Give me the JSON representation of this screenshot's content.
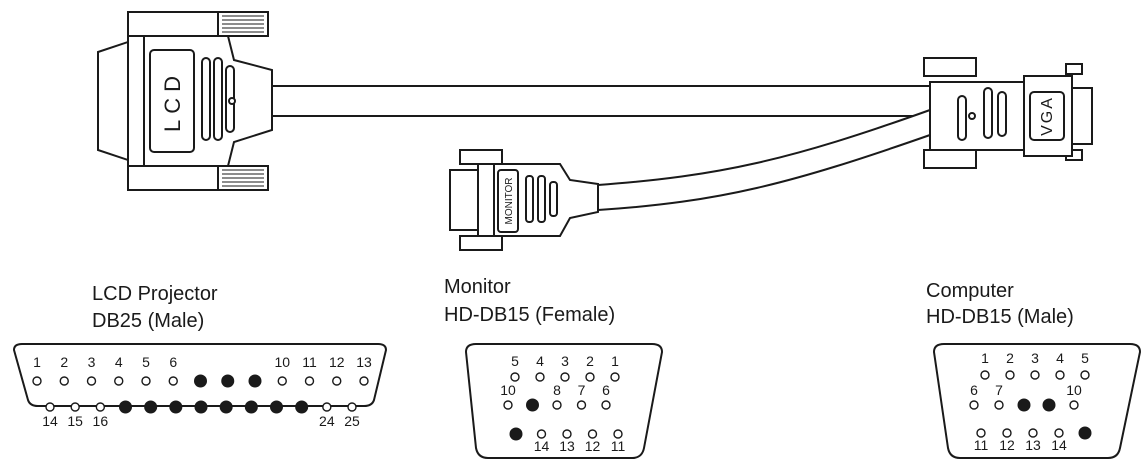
{
  "cable": {
    "lcd_plug_label": "LCD",
    "vga_plug_label": "VGA",
    "monitor_plug_label": "MONITOR"
  },
  "connectors": {
    "lcd": {
      "title": "LCD Projector",
      "subtitle": "DB25 (Male)",
      "top_row": [
        {
          "label": "1",
          "filled": false
        },
        {
          "label": "2",
          "filled": false
        },
        {
          "label": "3",
          "filled": false
        },
        {
          "label": "4",
          "filled": false
        },
        {
          "label": "5",
          "filled": false
        },
        {
          "label": "6",
          "filled": false
        },
        {
          "label": "",
          "filled": true
        },
        {
          "label": "",
          "filled": true
        },
        {
          "label": "",
          "filled": true
        },
        {
          "label": "10",
          "filled": false
        },
        {
          "label": "11",
          "filled": false
        },
        {
          "label": "12",
          "filled": false
        },
        {
          "label": "13",
          "filled": false
        }
      ],
      "bottom_row": [
        {
          "label": "14",
          "filled": false
        },
        {
          "label": "15",
          "filled": false
        },
        {
          "label": "16",
          "filled": false
        },
        {
          "label": "",
          "filled": true
        },
        {
          "label": "",
          "filled": true
        },
        {
          "label": "",
          "filled": true
        },
        {
          "label": "",
          "filled": true
        },
        {
          "label": "",
          "filled": true
        },
        {
          "label": "",
          "filled": true
        },
        {
          "label": "",
          "filled": true
        },
        {
          "label": "",
          "filled": true
        },
        {
          "label": "24",
          "filled": false
        },
        {
          "label": "25",
          "filled": false
        }
      ]
    },
    "monitor": {
      "title": "Monitor",
      "subtitle": "HD-DB15 (Female)",
      "row1": [
        {
          "label": "5",
          "filled": false
        },
        {
          "label": "4",
          "filled": false
        },
        {
          "label": "3",
          "filled": false
        },
        {
          "label": "2",
          "filled": false
        },
        {
          "label": "1",
          "filled": false
        }
      ],
      "row2": [
        {
          "label": "10",
          "filled": false
        },
        {
          "label": "",
          "filled": true
        },
        {
          "label": "8",
          "filled": false
        },
        {
          "label": "7",
          "filled": false
        },
        {
          "label": "6",
          "filled": false
        }
      ],
      "row3": [
        {
          "label": "",
          "filled": true
        },
        {
          "label": "14",
          "filled": false
        },
        {
          "label": "13",
          "filled": false
        },
        {
          "label": "12",
          "filled": false
        },
        {
          "label": "11",
          "filled": false
        }
      ]
    },
    "computer": {
      "title": "Computer",
      "subtitle": "HD-DB15 (Male)",
      "row1": [
        {
          "label": "1",
          "filled": false
        },
        {
          "label": "2",
          "filled": false
        },
        {
          "label": "3",
          "filled": false
        },
        {
          "label": "4",
          "filled": false
        },
        {
          "label": "5",
          "filled": false
        }
      ],
      "row2": [
        {
          "label": "6",
          "filled": false
        },
        {
          "label": "7",
          "filled": false
        },
        {
          "label": "",
          "filled": true
        },
        {
          "label": "",
          "filled": true
        },
        {
          "label": "10",
          "filled": false
        }
      ],
      "row3": [
        {
          "label": "11",
          "filled": false
        },
        {
          "label": "12",
          "filled": false
        },
        {
          "label": "13",
          "filled": false
        },
        {
          "label": "14",
          "filled": false
        },
        {
          "label": "",
          "filled": true
        }
      ]
    }
  }
}
